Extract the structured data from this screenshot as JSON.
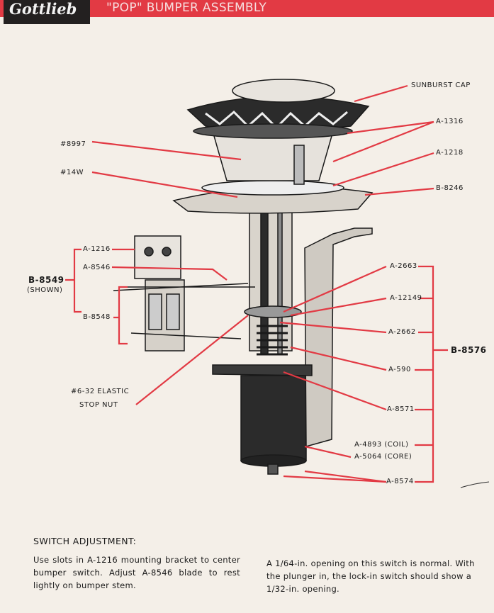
{
  "header": {
    "logo": "Gottlieb",
    "title": "\"POP\" BUMPER ASSEMBLY"
  },
  "labels": {
    "sunburst_cap": "SUNBURST CAP",
    "a1316": "A-1316",
    "a1218": "A-1218",
    "b8246": "B-8246",
    "n8997": "#8997",
    "n14w": "#14W",
    "a1216": "A-1216",
    "a8546": "A-8546",
    "b8549": "B-8549",
    "shown": "(SHOWN)",
    "b8548": "B-8548",
    "elastic": "#6-32 ELASTIC",
    "stop_nut": "STOP NUT",
    "a2663": "A-2663",
    "a12149": "A-12149",
    "a2662": "A-2662",
    "a590": "A-590",
    "a8571": "A-8571",
    "a4893": "A-4893 (COIL)",
    "a5064": "A-5064 (CORE)",
    "a8574": "A-8574",
    "b8576": "B-8576"
  },
  "notes": {
    "heading": "SWITCH ADJUSTMENT:",
    "left": "Use slots in A-1216 mounting bracket to center bumper switch. Adjust A-8546 blade to rest lightly on bumper stem.",
    "right": "A 1/64-in. opening on this switch is normal. With the plunger in, the lock-in switch should show a 1/32-in. opening."
  },
  "colors": {
    "accent": "#e23a44",
    "ink": "#1a1a1a",
    "paper": "#f4efe8"
  }
}
